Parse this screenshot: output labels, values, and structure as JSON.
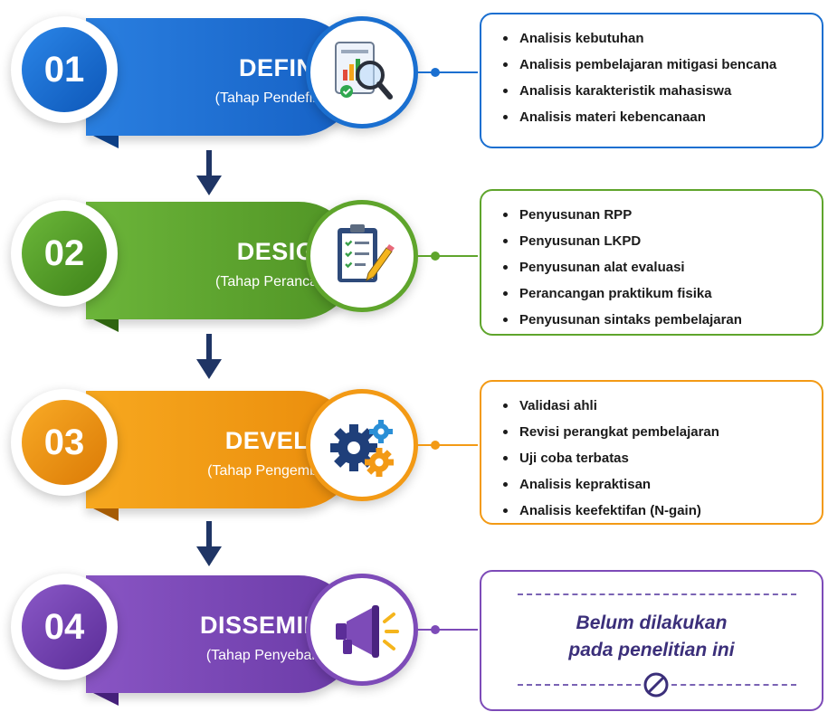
{
  "stages": [
    {
      "number": "01",
      "title": "DEFINE",
      "subtitle": "(Tahap Pendefinisian)",
      "icon": "magnifier-chart-icon",
      "color": "#1a73d6",
      "dark": "#0d4a9e",
      "items": [
        "Analisis kebutuhan",
        "Analisis pembelajaran mitigasi bencana",
        "Analisis karakteristik mahasiswa",
        "Analisis materi kebencanaan"
      ]
    },
    {
      "number": "02",
      "title": "DESIGN",
      "subtitle": "(Tahap Perancangan)",
      "icon": "clipboard-checklist-icon",
      "color": "#5fa52c",
      "dark": "#3d7a17",
      "items": [
        "Penyusunan RPP",
        "Penyusunan LKPD",
        "Penyusunan alat evaluasi",
        "Perancangan praktikum fisika",
        "Penyusunan sintaks pembelajaran"
      ]
    },
    {
      "number": "03",
      "title": "DEVELOP",
      "subtitle": "(Tahap Pengembangan)",
      "icon": "gears-icon",
      "color": "#f39a15",
      "dark": "#c26f05",
      "items": [
        "Validasi ahli",
        "Revisi perangkat pembelajaran",
        "Uji coba terbatas",
        "Analisis kepraktisan",
        "Analisis keefektifan (N-gain)"
      ]
    },
    {
      "number": "04",
      "title": "DISSEMINATE",
      "subtitle": "(Tahap Penyebarluasan)",
      "icon": "megaphone-icon",
      "color": "#7d4bb8",
      "dark": "#55298c",
      "note_line1": "Belum dilakukan",
      "note_line2": "pada penelitian ini"
    }
  ]
}
